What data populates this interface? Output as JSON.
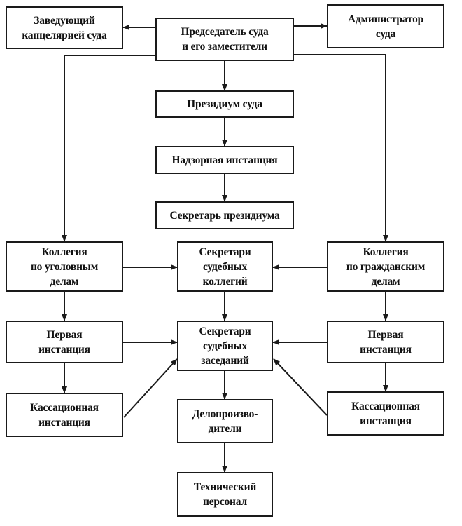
{
  "diagram": {
    "title": "",
    "nodes": {
      "head_office": "Заведующий\nканцелярией суда",
      "chairman": "Председатель суда\nи его заместители",
      "administrator": "Администратор\nсуда",
      "presidium": "Президиум суда",
      "supervisory": "Надзорная инстанция",
      "presidium_secretary": "Секретарь президиума",
      "criminal_collegium": "Коллегия\nпо уголовным\nделам",
      "collegium_secretaries": "Секретари\nсудебных\nколлегий",
      "civil_collegium": "Коллегия\nпо гражданским\nделам",
      "criminal_first_instance": "Первая\nинстанция",
      "session_secretaries": "Секретари\nсудебных\nзаседаний",
      "civil_first_instance": "Первая\nинстанция",
      "criminal_cassation": "Кассационная\nинстанция",
      "clerks": "Делопроизво-\nдители",
      "civil_cassation": "Кассационная\nинстанция",
      "technical_staff": "Технический\nперсонал"
    },
    "edges": [
      [
        "chairman",
        "head_office"
      ],
      [
        "chairman",
        "administrator"
      ],
      [
        "chairman",
        "presidium"
      ],
      [
        "presidium",
        "supervisory"
      ],
      [
        "supervisory",
        "presidium_secretary"
      ],
      [
        "chairman",
        "criminal_collegium"
      ],
      [
        "chairman",
        "civil_collegium"
      ],
      [
        "criminal_collegium",
        "collegium_secretaries"
      ],
      [
        "civil_collegium",
        "collegium_secretaries"
      ],
      [
        "collegium_secretaries",
        "session_secretaries"
      ],
      [
        "criminal_collegium",
        "criminal_first_instance"
      ],
      [
        "civil_collegium",
        "civil_first_instance"
      ],
      [
        "criminal_first_instance",
        "session_secretaries"
      ],
      [
        "civil_first_instance",
        "session_secretaries"
      ],
      [
        "criminal_first_instance",
        "criminal_cassation"
      ],
      [
        "civil_first_instance",
        "civil_cassation"
      ],
      [
        "criminal_cassation",
        "session_secretaries"
      ],
      [
        "civil_cassation",
        "session_secretaries"
      ],
      [
        "session_secretaries",
        "clerks"
      ],
      [
        "clerks",
        "technical_staff"
      ]
    ]
  }
}
